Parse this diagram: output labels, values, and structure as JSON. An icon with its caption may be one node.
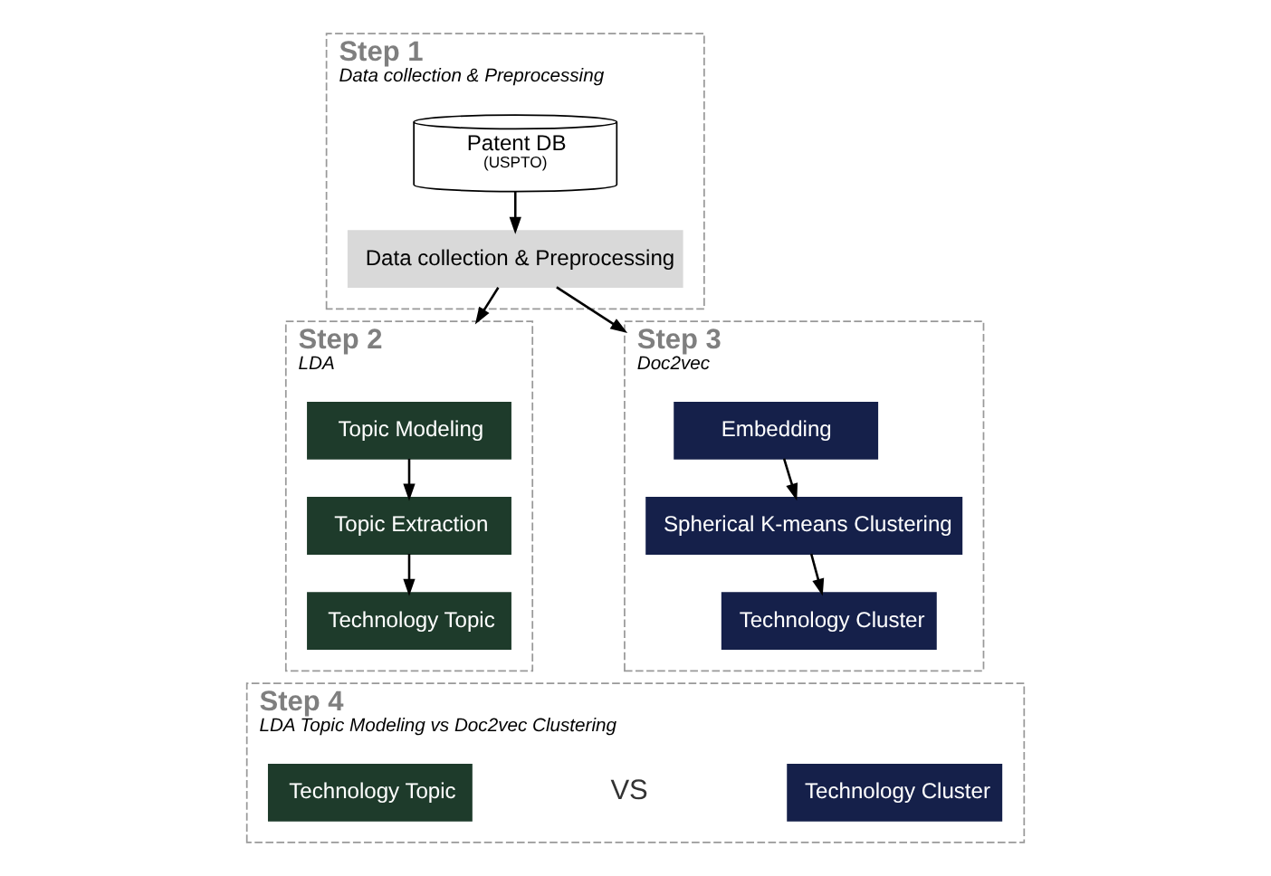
{
  "diagram": {
    "nodes": [
      {
        "text": [
          "Step 1",
          "Data collection & Preprocessing"
        ]
      },
      {
        "text": [
          "Patent DB",
          "(USPTO)"
        ],
        "in": 0
      },
      {
        "text": [
          "Data collection & Preprocessing"
        ],
        "in": 0
      },
      {
        "text": [
          "Step 2",
          "LDA"
        ]
      },
      {
        "text": [
          "Topic Modeling"
        ],
        "in": 3
      },
      {
        "text": [
          "Topic Extraction"
        ],
        "in": 3
      },
      {
        "text": [
          "Technology Topic"
        ],
        "in": 3
      },
      {
        "text": [
          "Step 3",
          "Doc2vec"
        ]
      },
      {
        "text": [
          "Embedding"
        ],
        "in": 7
      },
      {
        "text": [
          "Spherical K-means Clustering"
        ],
        "in": 7
      },
      {
        "text": [
          "Technology Cluster"
        ],
        "in": 7
      },
      {
        "text": [
          "Step 4",
          "LDA Topic Modeling vs Doc2vec Clustering"
        ]
      },
      {
        "text": [
          "Technology Topic"
        ],
        "in": 11
      },
      {
        "text": [
          "Technology Cluster"
        ],
        "in": 11
      }
    ],
    "edges": [
      {
        "from": 1,
        "to": 2,
        "arrow": "to"
      },
      {
        "from": 2,
        "to": 3,
        "arrow": "to"
      },
      {
        "from": 2,
        "to": 7,
        "arrow": "to"
      },
      {
        "from": 4,
        "to": 5,
        "arrow": "to"
      },
      {
        "from": 5,
        "to": 6,
        "arrow": "to"
      },
      {
        "from": 8,
        "to": 9,
        "arrow": "to"
      },
      {
        "from": 9,
        "to": 10,
        "arrow": "to"
      }
    ],
    "labels": [
      "VS"
    ]
  }
}
